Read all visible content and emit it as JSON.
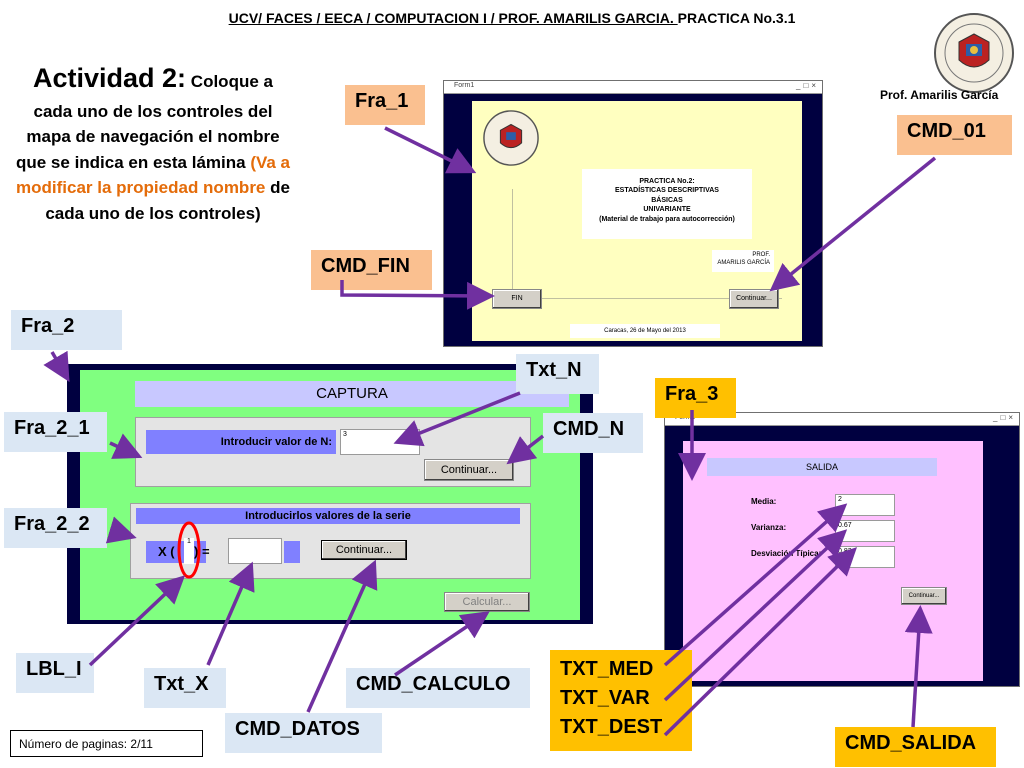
{
  "header": {
    "underlined": "UCV/ FACES / EECA / COMPUTACION I / PROF. AMARILIS GARCIA. ",
    "rest": "PRACTICA No.3.1"
  },
  "prof_name": "Prof. Amarilis García",
  "activity": {
    "title": "Actividad 2:",
    "text1": "Coloque a cada uno de los controles del mapa de navegación el nombre que se indica en esta lámina",
    "highlight": "(Va a modificar la propiedad nombre",
    "text2": "de cada uno de los controles)"
  },
  "labels": {
    "fra_1": "Fra_1",
    "cmd_01": "CMD_01",
    "cmd_fin": "CMD_FIN",
    "fra_2": "Fra_2",
    "txt_n": "Txt_N",
    "fra_2_1": "Fra_2_1",
    "cmd_n": "CMD_N",
    "fra_2_2": "Fra_2_2",
    "fra_3": "Fra_3",
    "lbl_i": "LBL_I",
    "txt_x": "Txt_X",
    "cmd_datos": "CMD_DATOS",
    "cmd_calculo": "CMD_CALCULO",
    "txt_med": "TXT_MED",
    "txt_var": "TXT_VAR",
    "txt_dest": "TXT_DEST",
    "cmd_salida": "CMD_SALIDA"
  },
  "form1": {
    "title": "Form1",
    "lines": [
      "PRACTICA No.2:",
      "ESTADÍSTICAS DESCRIPTIVAS",
      "BÁSICAS",
      "UNIVARIANTE",
      "(Material de trabajo para autocorrección)"
    ],
    "prof_line1": "PROF.",
    "prof_line2": "AMARILIS GARCÍA",
    "btn_fin": "FIN",
    "btn_continuar": "Continuar...",
    "date": "Caracas, 26 de Mayo del 2013"
  },
  "form2": {
    "captura": "CAPTURA",
    "introducir_n": "Introducir valor de N:",
    "n_value": "3",
    "btn_continuar_n": "Continuar...",
    "introducir_serie": "Introducirlos valores de la serie",
    "x_open": "X (",
    "i_value": "1",
    "x_close": ") =",
    "btn_continuar_datos": "Continuar...",
    "btn_calcular": "Calcular..."
  },
  "form3": {
    "title": "Form1",
    "salida": "SALIDA",
    "media_label": "Media:",
    "media_value": "2",
    "varianza_label": "Varianza:",
    "varianza_value": "0.67",
    "desv_label": "Desviación Típica:",
    "desv_value": "0.82",
    "btn_continuar": "Continuar..."
  },
  "footer": "Número de paginas: 2/11",
  "colors": {
    "arrow": "#7030a0",
    "peach": "#fac090",
    "light_blue": "#dbe7f4",
    "yellow": "#ffc000",
    "green": "#80ff80",
    "pink": "#ffc0ff",
    "pale_yellow": "#ffffc0",
    "navy": "#000040"
  }
}
